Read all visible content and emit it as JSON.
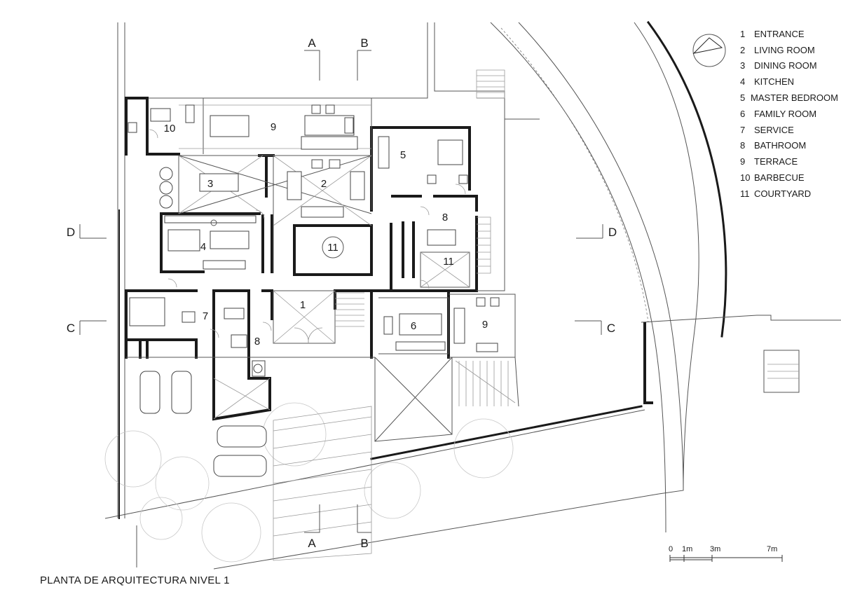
{
  "legend": {
    "items": [
      {
        "num": "1",
        "label": "ENTRANCE"
      },
      {
        "num": "2",
        "label": "LIVING ROOM"
      },
      {
        "num": "3",
        "label": "DINING ROOM"
      },
      {
        "num": "4",
        "label": "KITCHEN"
      },
      {
        "num": "5",
        "label": "MASTER BEDROOM"
      },
      {
        "num": "6",
        "label": "FAMILY ROOM"
      },
      {
        "num": "7",
        "label": "SERVICE"
      },
      {
        "num": "8",
        "label": "BATHROOM"
      },
      {
        "num": "9",
        "label": "TERRACE"
      },
      {
        "num": "10",
        "label": "BARBECUE"
      },
      {
        "num": "11",
        "label": "COURTYARD"
      }
    ]
  },
  "rooms": {
    "barbecue": "10",
    "terrace_top": "9",
    "master_bedroom": "5",
    "dining_room": "3",
    "living_room": "2",
    "bathroom_right": "8",
    "kitchen": "4",
    "courtyard_center": "11",
    "courtyard_right": "11",
    "entrance": "1",
    "service": "7",
    "bathroom_left": "8",
    "family_room": "6",
    "terrace_right": "9"
  },
  "sections": {
    "a_top": "A",
    "b_top": "B",
    "a_bottom": "A",
    "b_bottom": "B",
    "d_left": "D",
    "d_right": "D",
    "c_left": "C",
    "c_right": "C"
  },
  "scale": {
    "ticks": [
      "0",
      "1m",
      "3m",
      "7m"
    ]
  },
  "drawing_title": "PLANTA DE ARQUITECTURA NIVEL 1",
  "icons": {
    "north_arrow": "north-arrow-icon"
  }
}
